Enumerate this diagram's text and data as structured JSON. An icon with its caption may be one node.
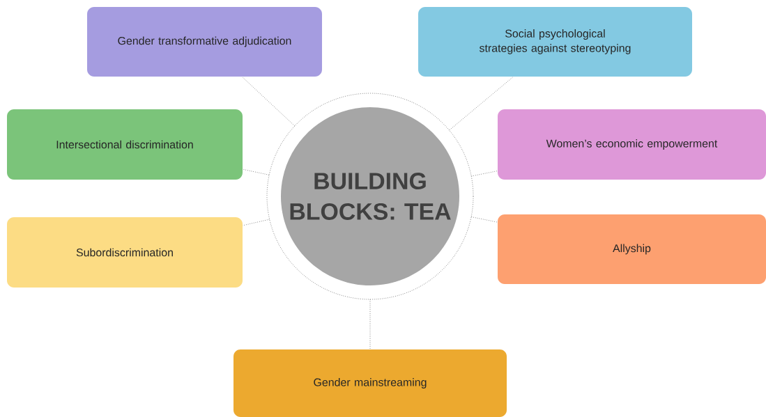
{
  "diagram": {
    "nodes": [
      {
        "text": [
          "BUILDING BLOCKS: TEA"
        ]
      },
      {
        "text": [
          "Gender transformative adjudication"
        ]
      },
      {
        "text": [
          "Social psychological strategies against stereotyping"
        ]
      },
      {
        "text": [
          "Intersectional discrimination"
        ]
      },
      {
        "text": [
          "Women’s economic empowerment"
        ]
      },
      {
        "text": [
          "Subordiscrimination"
        ]
      },
      {
        "text": [
          "Allyship"
        ]
      },
      {
        "text": [
          "Gender mainstreaming"
        ]
      }
    ],
    "edges": [
      {
        "from": 0,
        "to": 1,
        "arrow": "none",
        "style": "dashed"
      },
      {
        "from": 0,
        "to": 2,
        "arrow": "none",
        "style": "dashed"
      },
      {
        "from": 0,
        "to": 3,
        "arrow": "none",
        "style": "dashed"
      },
      {
        "from": 0,
        "to": 4,
        "arrow": "none",
        "style": "dashed"
      },
      {
        "from": 0,
        "to": 5,
        "arrow": "none",
        "style": "dashed"
      },
      {
        "from": 0,
        "to": 6,
        "arrow": "none",
        "style": "dashed"
      },
      {
        "from": 0,
        "to": 7,
        "arrow": "none",
        "style": "dashed"
      }
    ]
  }
}
